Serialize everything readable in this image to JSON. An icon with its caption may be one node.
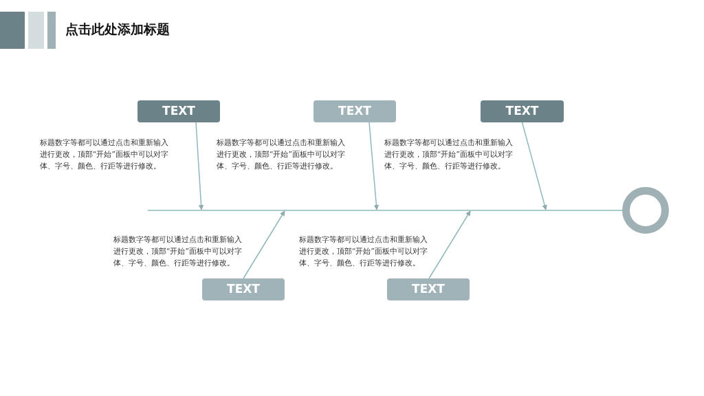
{
  "diagram": {
    "title": "点击此处添加标题",
    "nodes": [
      {
        "text": [
          "TEXT"
        ],
        "beside": [
          "标题数字等都可以通过点击和重新输入进行更改，顶部“开始”面板中可以对字体、字号、颜色、行距等进行修改。"
        ]
      },
      {
        "text": [
          "TEXT"
        ],
        "beside": [
          "标题数字等都可以通过点击和重新输入进行更改，顶部“开始”面板中可以对字体、字号、颜色、行距等进行修改。"
        ]
      },
      {
        "text": [
          "TEXT"
        ],
        "beside": [
          "标题数字等都可以通过点击和重新输入进行更改，顶部“开始”面板中可以对字体、字号、颜色、行距等进行修改。"
        ]
      },
      {
        "text": [],
        "shape": "circle"
      },
      {
        "text": [
          "TEXT"
        ],
        "beside": [
          "标题数字等都可以通过点击和重新输入进行更改，顶部“开始”面板中可以对字体、字号、颜色、行距等进行修改。"
        ]
      },
      {
        "text": [
          "TEXT"
        ],
        "beside": [
          "标题数字等都可以通过点击和重新输入进行更改，顶部“开始”面板中可以对字体、字号、颜色、行距等进行修改。"
        ]
      }
    ],
    "edges": [
      {
        "from": 0,
        "to": null,
        "arrow": "to"
      },
      {
        "from": 1,
        "to": null,
        "arrow": "to"
      },
      {
        "from": 2,
        "to": null,
        "arrow": "to"
      },
      {
        "from": 4,
        "to": null,
        "arrow": "to"
      },
      {
        "from": 5,
        "to": null,
        "arrow": "to"
      },
      {
        "from": null,
        "to": 3,
        "arrow": "none"
      }
    ]
  }
}
